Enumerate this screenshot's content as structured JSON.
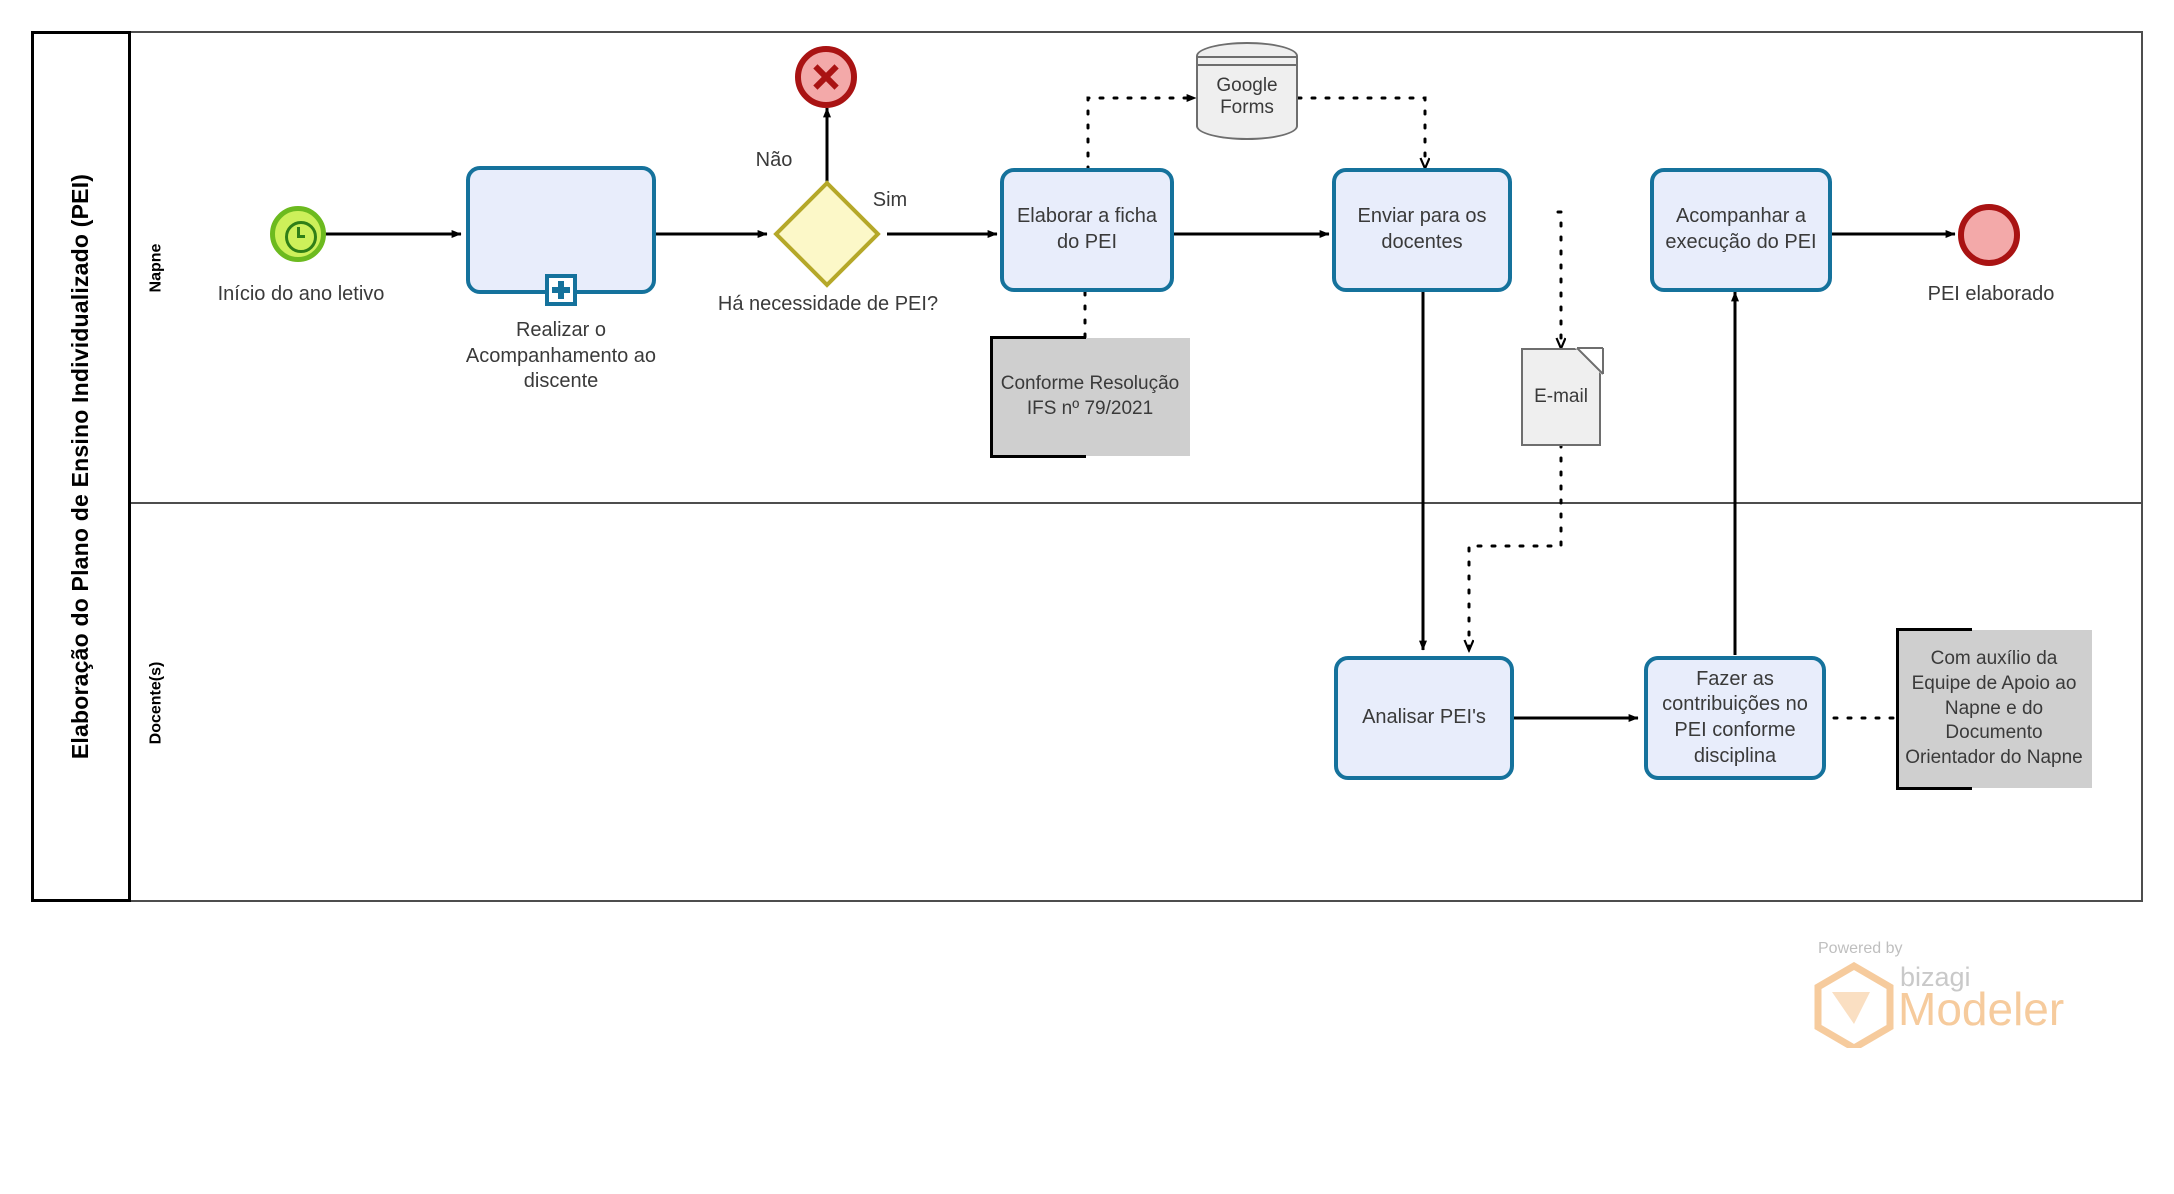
{
  "pool": {
    "title": "Elaboração do Plano de Ensino Individualizado (PEI)",
    "lanes": [
      {
        "id": "napne",
        "label": "Napne"
      },
      {
        "id": "docentes",
        "label": "Docente(s)"
      }
    ]
  },
  "events": {
    "start": {
      "name": "start-timer-event",
      "label": "Início do ano letivo",
      "type": "timer-start",
      "fill": "#cdf05a",
      "stroke": "#6cba1f"
    },
    "terminate": {
      "name": "terminate-end-event",
      "label": "",
      "type": "terminate-end",
      "fill": "#f3a9a9",
      "stroke": "#a91313"
    },
    "end": {
      "name": "end-event",
      "label": "PEI elaborado",
      "type": "none-end",
      "fill": "#f3a9a9",
      "stroke": "#a91313"
    }
  },
  "gateway": {
    "name": "exclusive-gateway",
    "label": "Há necessidade de PEI?",
    "fill": "#fcf8c8",
    "stroke": "#b5a829",
    "flows": {
      "no": "Não",
      "yes": "Sim"
    }
  },
  "tasks": [
    {
      "id": "t1",
      "label": "Realizar o Acompanhamento ao discente",
      "lane": "napne",
      "marker": "sub-process"
    },
    {
      "id": "t2",
      "label": "Elaborar a ficha do PEI",
      "lane": "napne",
      "marker": "none"
    },
    {
      "id": "t3",
      "label": "Enviar para os docentes",
      "lane": "napne",
      "marker": "none"
    },
    {
      "id": "t4",
      "label": "Acompanhar a execução do PEI",
      "lane": "napne",
      "marker": "none"
    },
    {
      "id": "t5",
      "label": "Analisar PEI's",
      "lane": "docentes",
      "marker": "none"
    },
    {
      "id": "t6",
      "label": "Fazer as contribuições no PEI conforme disciplina",
      "lane": "docentes",
      "marker": "none"
    }
  ],
  "artifacts": {
    "datastore": {
      "name": "google-forms-datastore",
      "label": "Google Forms",
      "fill": "#efefef",
      "stroke": "#6e6e6e"
    },
    "dataobject": {
      "name": "email-data-object",
      "label": "E-mail",
      "fill": "#efefef",
      "stroke": "#6e6e6e"
    },
    "annotations": [
      {
        "id": "a1",
        "label": "Conforme Resolução IFS nº 79/2021",
        "fill": "#cfcfcf"
      },
      {
        "id": "a2",
        "label": "Com auxílio da Equipe de Apoio ao Napne e do Documento Orientador do Napne",
        "fill": "#cfcfcf"
      }
    ]
  },
  "theme": {
    "task_fill": "#e8edfb",
    "task_stroke": "#15729c",
    "pool_stroke": "#4d4d4d",
    "flow_stroke": "#000000"
  },
  "watermark": {
    "powered_by": "Powered by",
    "brand": "bizagi",
    "product": "Modeler"
  }
}
